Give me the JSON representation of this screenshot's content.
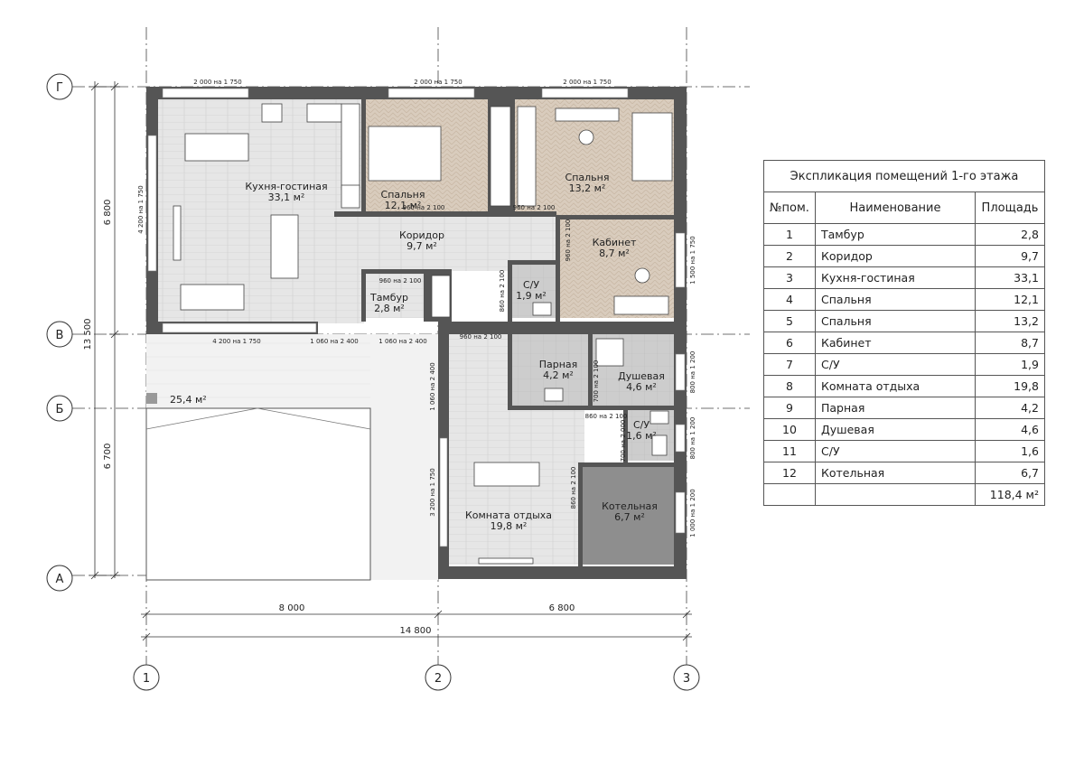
{
  "axes": {
    "rows": [
      "Г",
      "В",
      "Б",
      "А"
    ],
    "cols": [
      "1",
      "2",
      "3"
    ]
  },
  "dimensions": {
    "left_top": "6 800",
    "left_total": "13 500",
    "left_bottom": "6 700",
    "bottom_left": "8 000",
    "bottom_right": "6 800",
    "bottom_total": "14 800"
  },
  "rooms": {
    "kitchen": {
      "name": "Кухня-гостиная",
      "area": "33,1 м²"
    },
    "bedroom1": {
      "name": "Спальня",
      "area": "12,1 м²"
    },
    "bedroom2": {
      "name": "Спальня",
      "area": "13,2 м²"
    },
    "corridor": {
      "name": "Коридор",
      "area": "9,7 м²"
    },
    "office": {
      "name": "Кабинет",
      "area": "8,7 м²"
    },
    "wc1": {
      "name": "С/У",
      "area": "1,9 м²"
    },
    "vestibule": {
      "name": "Тамбур",
      "area": "2,8 м²"
    },
    "sauna": {
      "name": "Парная",
      "area": "4,2 м²"
    },
    "shower": {
      "name": "Душевая",
      "area": "4,6 м²"
    },
    "wc2": {
      "name": "С/У",
      "area": "1,6 м²"
    },
    "rest": {
      "name": "Комната отдыха",
      "area": "19,8 м²"
    },
    "boiler": {
      "name": "Котельная",
      "area": "6,7 м²"
    },
    "terrace": {
      "area": "25,4 м²"
    }
  },
  "openings": {
    "w_top1": "2 000 на 1 750",
    "w_top2": "2 000 на 1 750",
    "w_top3": "2 000 на 1 750",
    "w_left": "4 200 на 1 750",
    "w_right_office": "1 500 на 1 750",
    "w_kitchen_bottom": "4 200 на 1 750",
    "d_terrace1": "1 060 на 2 400",
    "d_terrace2": "1 060 на 2 400",
    "d_bed1": "960 на 2 100",
    "d_bed2": "960 на 2 100",
    "d_office": "960 на 2 100",
    "d_vest": "960 на 2 100",
    "d_wc1": "860 на 2 100",
    "d_rest_top": "960 на 2 100",
    "d_rest_left": "1 060 на 2 400",
    "w_rest_left": "3 200 на 1 750",
    "d_sauna": "700 на 2 100",
    "d_wc2a": "860 на 2 100",
    "d_wc2b": "700 на 2 000",
    "d_boiler": "860 на 2 100",
    "w_shower": "800 на 1 200",
    "w_wc2": "800 на 1 200",
    "w_boiler": "1 000 на 1 200"
  },
  "legend": {
    "title": "Экспликация помещений 1-го этажа",
    "headers": {
      "num": "№пом.",
      "name": "Наименование",
      "area": "Площадь"
    },
    "rows": [
      {
        "num": "1",
        "name": "Тамбур",
        "area": "2,8"
      },
      {
        "num": "2",
        "name": "Коридор",
        "area": "9,7"
      },
      {
        "num": "3",
        "name": "Кухня-гостиная",
        "area": "33,1"
      },
      {
        "num": "4",
        "name": "Спальня",
        "area": "12,1"
      },
      {
        "num": "5",
        "name": "Спальня",
        "area": "13,2"
      },
      {
        "num": "6",
        "name": "Кабинет",
        "area": "8,7"
      },
      {
        "num": "7",
        "name": "С/У",
        "area": "1,9"
      },
      {
        "num": "8",
        "name": "Комната отдыха",
        "area": "19,8"
      },
      {
        "num": "9",
        "name": "Парная",
        "area": "4,2"
      },
      {
        "num": "10",
        "name": "Душевая",
        "area": "4,6"
      },
      {
        "num": "11",
        "name": "С/У",
        "area": "1,6"
      },
      {
        "num": "12",
        "name": "Котельная",
        "area": "6,7"
      }
    ],
    "total": "118,4 м²"
  },
  "colors": {
    "wall": "#555555",
    "floor_light": "#e4e4e4",
    "floor_wood": "#d8cbbc",
    "floor_tile": "#c9c9c9",
    "boiler_floor": "#8e8e8e",
    "axis_line": "#333333"
  }
}
